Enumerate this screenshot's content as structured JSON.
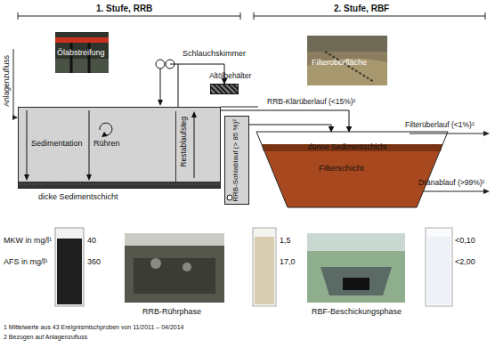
{
  "diagram": {
    "nodes": [
      {
        "text": [
          "Sedimentation",
          "Rühren",
          "dicke Sedimentschicht"
        ]
      },
      {
        "text": [
          "Restablaufsteg"
        ],
        "in": 0
      },
      {
        "text": [
          "RRB-Sohlablauf (> 85 %)²"
        ]
      },
      {
        "text": [
          "Altölbehälter"
        ]
      },
      {
        "text": [
          "dünne Sedimentschicht",
          "Filterschicht"
        ]
      }
    ],
    "edges": [
      {
        "from": 0,
        "to": 3,
        "label": "Schlauchskimmer",
        "arrow": "to"
      },
      {
        "from": 0,
        "to": 4,
        "label": "RRB-Klärüberlauf (<15%)²",
        "arrow": "to"
      },
      {
        "from": 2,
        "to": 4,
        "arrow": "to"
      }
    ],
    "labels": [
      "1. Stufe, RRB",
      "2. Stufe, RBF",
      "Ölabstreifung",
      "Filteroberfläche",
      "Anlagenzufluss",
      "Filterüberlauf (<1%)²",
      "Dränablauf (>99%)²",
      "MKW in mg/l¹",
      "40",
      "AFS in mg/l¹",
      "360",
      "RRB-Rührphase",
      "1,5",
      "17,0",
      "RBF-Beschickungsphase",
      "<0,10",
      "<2,00",
      "1 Mittelwerte aus 43 Ereignismischproben von 11/2011 – 04/2014",
      "2 Bezogen auf Anlagenzufluss"
    ]
  }
}
